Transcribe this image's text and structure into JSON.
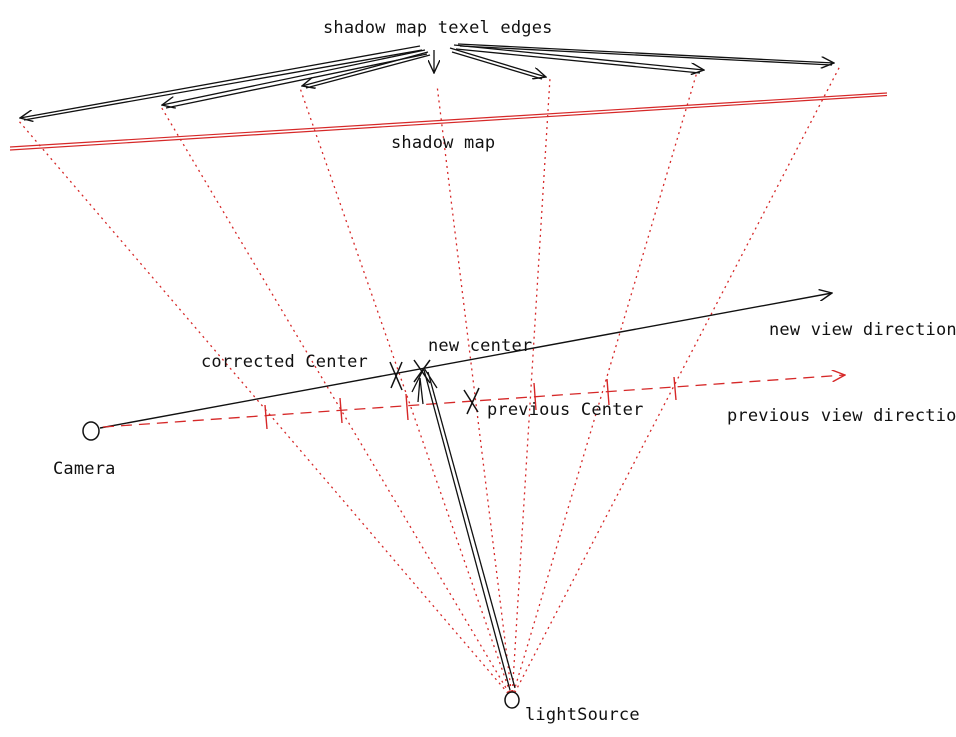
{
  "labels": {
    "texel_edges": "shadow map texel edges",
    "shadow_map": "shadow map",
    "new_center": "new center",
    "new_view_direction": "new view direction",
    "corrected_center": "corrected Center",
    "previous_center": "previous Center",
    "previous_view_direction": "previous view direction",
    "camera": "Camera",
    "light_source": "lightSource"
  },
  "colors": {
    "ink": "#111111",
    "red": "#d62828"
  },
  "shadow_map_texel_edge_count": 7
}
